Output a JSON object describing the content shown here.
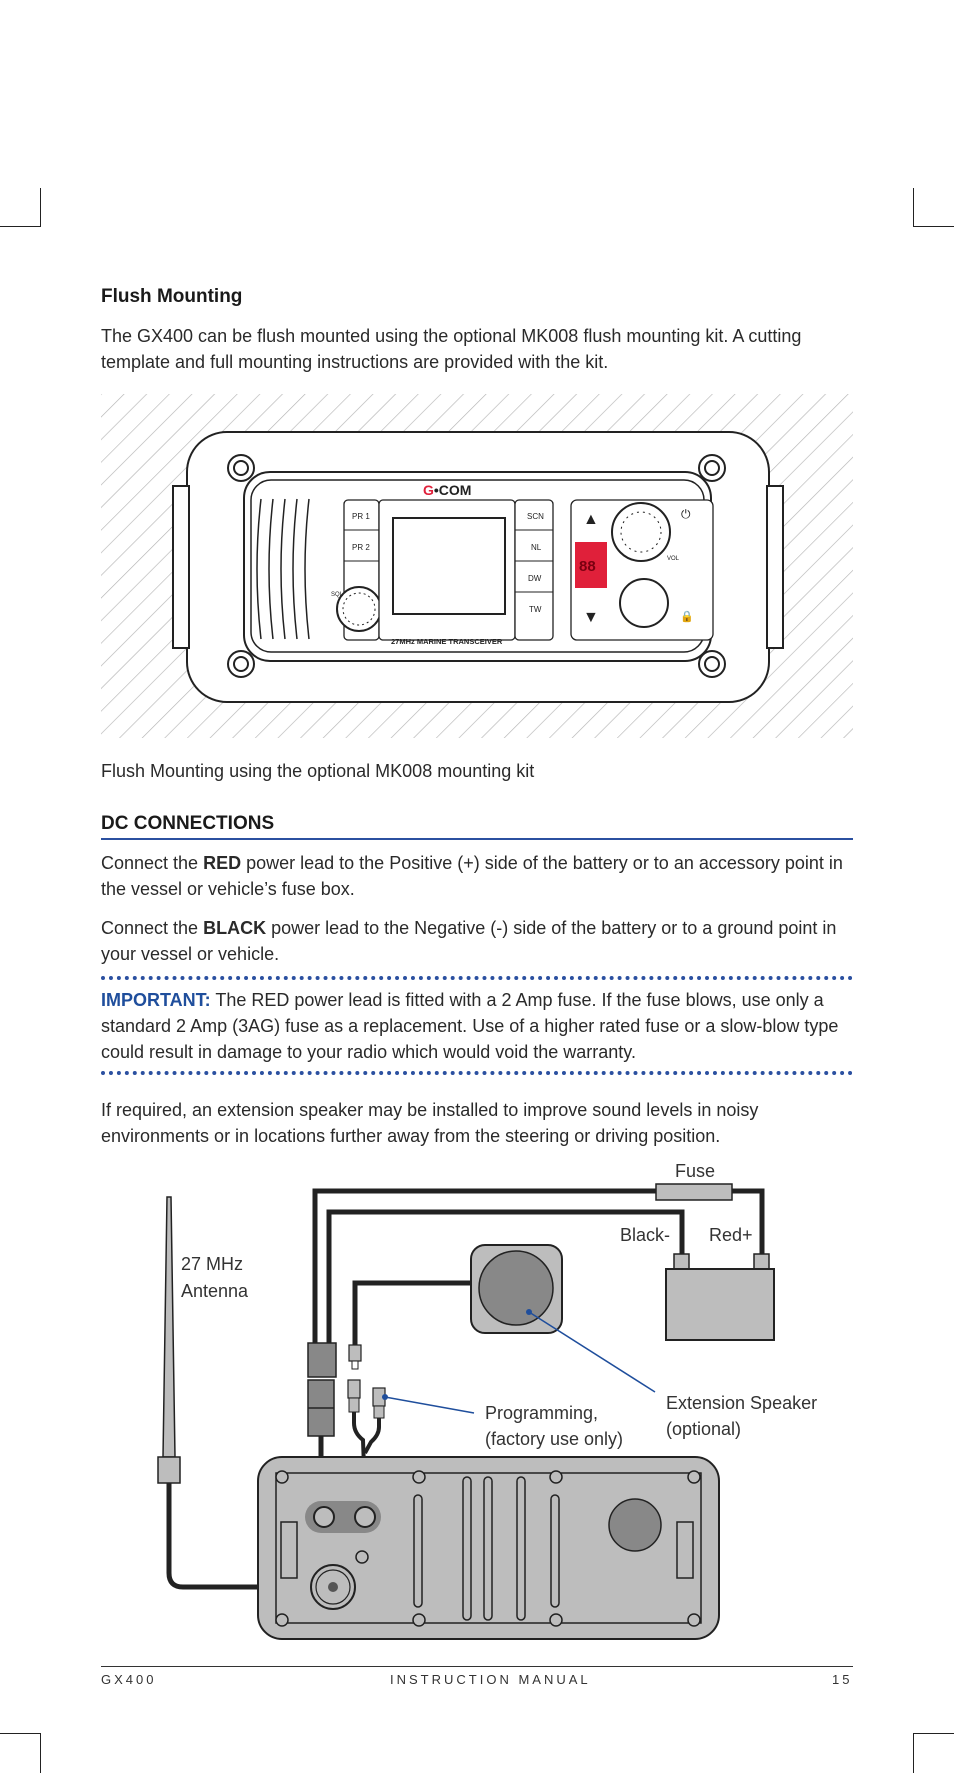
{
  "section1": {
    "heading": "Flush Mounting",
    "paragraph": "The GX400 can be flush mounted using the optional MK008 flush mounting kit. A cutting template and full mounting instructions are provided with the kit."
  },
  "figure1": {
    "brand_logo_g": "G",
    "brand_logo_rest": "•COM",
    "model_label": "27MHz MARINE TRANSCEIVER",
    "buttons_left": [
      "PR 1",
      "PR 2"
    ],
    "buttons_right": [
      "SCN",
      "NL",
      "DW",
      "TW"
    ],
    "sql_label": "SQL",
    "vol_label": "VOL",
    "channel_display": "88",
    "up_arrow": "▲",
    "down_arrow": "▼",
    "power_icon": "⏻",
    "lock_icon": "🔒",
    "caption": "Flush Mounting using the optional MK008 mounting kit",
    "colors": {
      "hatch": "#bbbbbb",
      "channel_bg": "#e0203a",
      "outline": "#222222"
    }
  },
  "section2": {
    "heading": "DC CONNECTIONS",
    "para1_pre": "Connect the ",
    "para1_bold": "RED",
    "para1_post": " power lead to the Positive (+) side of the battery or to an accessory point in the vessel or vehicle’s fuse box.",
    "para2_pre": "Connect the ",
    "para2_bold": "BLACK",
    "para2_post": " power lead to the Negative (-) side of the battery or to a ground point in your vessel or vehicle.",
    "important_label": "IMPORTANT:",
    "important_text": " The RED power lead is fitted with a 2 Amp fuse. If the fuse blows, use only a standard 2 Amp (3AG) fuse as a replacement. Use of a higher rated fuse or a slow-blow type could result in damage to your radio which would void the warranty.",
    "para3": "If required, an extension speaker may be installed to improve sound levels in noisy environments or in locations further away from the steering or driving position.",
    "accent_color": "#2b50a0"
  },
  "figure2": {
    "fuse_label": "Fuse",
    "black_label": "Black-",
    "red_label": "Red+",
    "antenna_line1": "27 MHz",
    "antenna_line2": "Antenna",
    "programming_line1": "Programming,",
    "programming_line2": "(factory use only)",
    "speaker_line1": "Extension Speaker",
    "speaker_line2": "(optional)"
  },
  "footer": {
    "left": "GX400",
    "center": "INSTRUCTION MANUAL",
    "page": "15"
  }
}
